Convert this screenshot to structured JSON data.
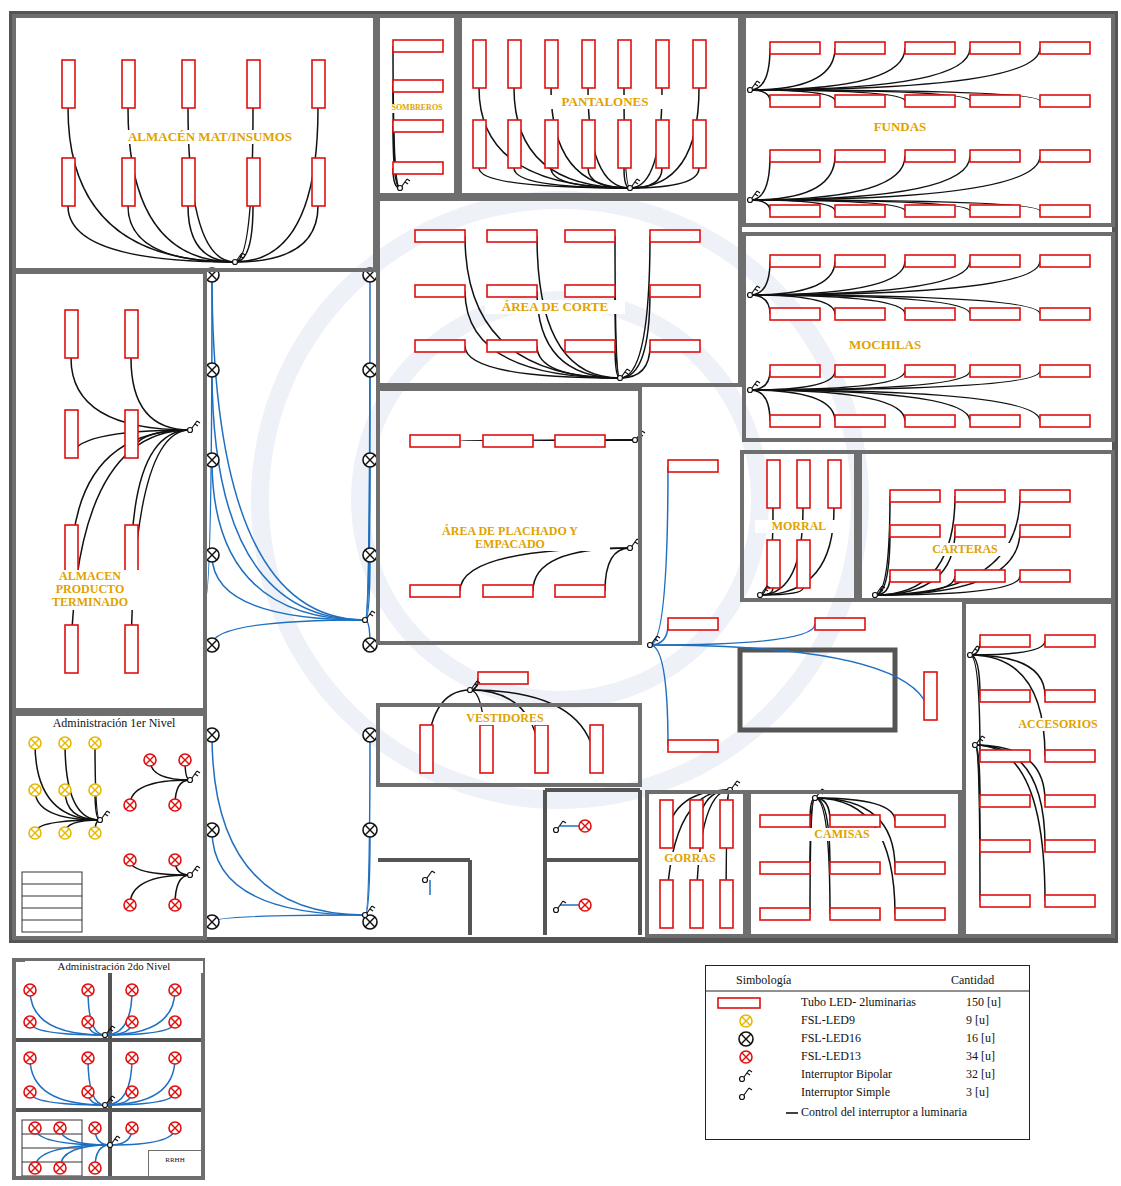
{
  "diagram": {
    "nodes": [
      {
        "text": [
          "ALMACÉN MAT/INSUMOS"
        ]
      },
      {
        "text": [
          "SOMBREROS"
        ]
      },
      {
        "text": [
          "PANTALONES"
        ]
      },
      {
        "text": [
          "FUNDAS"
        ]
      },
      {
        "text": [
          "ÁREA DE CORTE"
        ]
      },
      {
        "text": [
          "MOCHILAS"
        ]
      },
      {
        "text": [
          "ALMACEN PRODUCTO TERMINADO"
        ]
      },
      {
        "text": [
          "ÁREA DE PLACHADO Y EMPACADO"
        ]
      },
      {
        "text": [
          "MORRAL"
        ]
      },
      {
        "text": [
          "CARTERAS"
        ]
      },
      {
        "text": [
          "ACCESORIOS"
        ]
      },
      {
        "text": [
          "Administración 1er Nivel"
        ]
      },
      {
        "text": [
          "VESTIDORES"
        ]
      },
      {
        "text": [
          "GORRAS"
        ]
      },
      {
        "text": [
          "CAMISAS"
        ]
      },
      {
        "text": [
          "Administración 2do Nivel"
        ]
      },
      {
        "text": [
          "RRHH"
        ],
        "in": 15
      }
    ],
    "labels": [
      "Simbología",
      "Cantidad",
      "150 [u]",
      "9 [u]",
      "16 [u]",
      "34 [u]",
      "32 [u]",
      "3 [u]"
    ],
    "legend": [
      {
        "text": "Tubo LED- 2luminarias"
      },
      {
        "text": "FSL-LED9"
      },
      {
        "text": "FSL-LED16"
      },
      {
        "text": "FSL-LED13"
      },
      {
        "text": "Interruptor Bipolar"
      },
      {
        "text": "Interruptor Simple"
      },
      {
        "text": "Control del interruptor a luminaria"
      }
    ]
  }
}
